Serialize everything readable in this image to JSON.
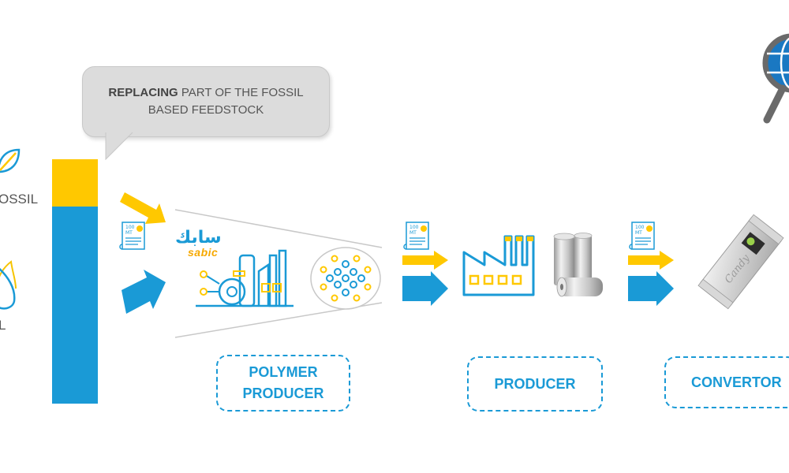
{
  "callout": {
    "bold": "REPLACING",
    "rest_line1": " PART OF THE FOSSIL",
    "line2": "BASED FEEDSTOCK"
  },
  "left_labels": {
    "top": "OSSIL",
    "bottom": "L"
  },
  "certificate": {
    "line1": "100",
    "line2": "MT"
  },
  "logo": {
    "arabic": "سابك",
    "latin": "sabic"
  },
  "stages": [
    {
      "line1": "POLYMER",
      "line2": "PRODUCER"
    },
    {
      "line1": "PRODUCER"
    },
    {
      "line1": "CONVERTOR"
    }
  ],
  "package_text": "Candy",
  "icons": {
    "leaf": "leaf-icon",
    "oil_drop": "oil-drop-icon",
    "certificate": "certificate-icon",
    "arrow": "arrow-icon",
    "factory": "factory-icon",
    "molecule": "molecule-icon",
    "film_rolls": "film-rolls-icon",
    "package": "candy-package-icon",
    "magnifier": "globe-magnifier-icon"
  },
  "colors": {
    "blue": "#1a9ad6",
    "yellow": "#ffc800",
    "text_gray": "#555555"
  }
}
